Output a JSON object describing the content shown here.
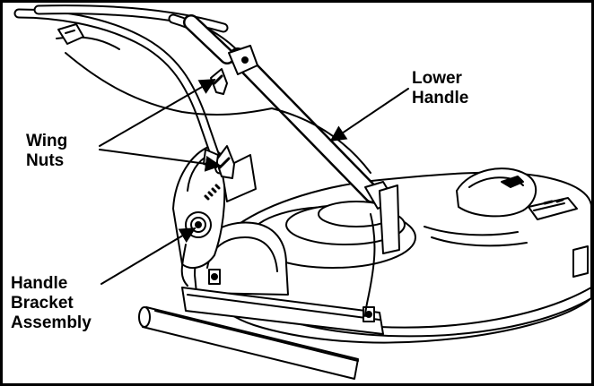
{
  "labels": {
    "lower_handle": {
      "line1": "Lower",
      "line2": "Handle"
    },
    "wing_nuts": {
      "line1": "Wing",
      "line2": "Nuts"
    },
    "handle_bracket": {
      "line1": "Handle",
      "line2": "Bracket",
      "line3": "Assembly"
    }
  },
  "colors": {
    "ink": "#000000",
    "paper": "#ffffff",
    "shade": "#d9d9d9"
  }
}
